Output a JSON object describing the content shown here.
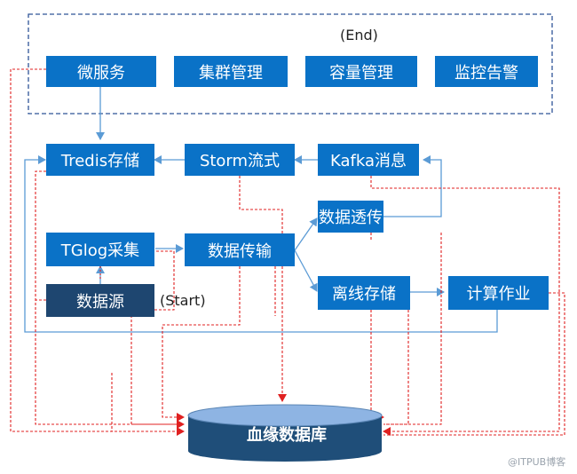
{
  "labels": {
    "end": "(End)",
    "start": "(Start)",
    "watermark": "@ITPUB博客"
  },
  "nodes": {
    "microservice": "微服务",
    "cluster_mgmt": "集群管理",
    "capacity_mgmt": "容量管理",
    "monitor_alert": "监控告警",
    "tredis": "Tredis存储",
    "storm": "Storm流式",
    "kafka": "Kafka消息",
    "data_passthrough": "数据透传",
    "tglog": "TGlog采集",
    "data_transfer": "数据传输",
    "offline_storage": "离线存储",
    "compute_job": "计算作业",
    "data_source": "数据源",
    "lineage_db": "血缘数据库"
  },
  "colors": {
    "box": "#0a72c7",
    "box_dark": "#1e4670",
    "flow_arrow": "#5b9bd5",
    "lineage_arrow": "#e02020",
    "group_border": "#2f5597"
  }
}
